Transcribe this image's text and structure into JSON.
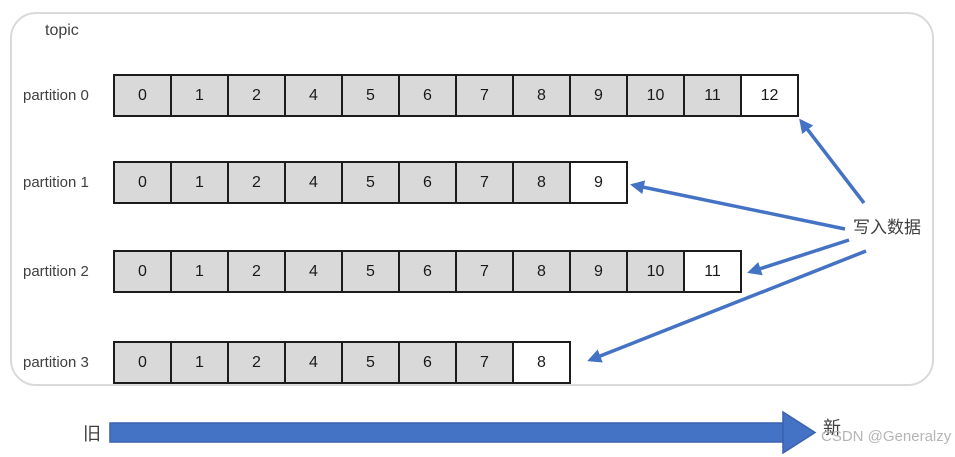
{
  "topic": {
    "title": "topic",
    "partitions": [
      {
        "label": "partition 0",
        "cells": [
          "0",
          "1",
          "2",
          "4",
          "5",
          "6",
          "7",
          "8",
          "9",
          "10",
          "11",
          "12"
        ]
      },
      {
        "label": "partition 1",
        "cells": [
          "0",
          "1",
          "2",
          "4",
          "5",
          "6",
          "7",
          "8",
          "9"
        ]
      },
      {
        "label": "partition 2",
        "cells": [
          "0",
          "1",
          "2",
          "4",
          "5",
          "6",
          "7",
          "8",
          "9",
          "10",
          "11"
        ]
      },
      {
        "label": "partition 3",
        "cells": [
          "0",
          "1",
          "2",
          "4",
          "5",
          "6",
          "7",
          "8"
        ]
      }
    ]
  },
  "annotation": {
    "write_label": "写入数据"
  },
  "timeline": {
    "old_label": "旧",
    "new_label": "新"
  },
  "watermark": "CSDN @Generalzy",
  "colors": {
    "arrow_blue": "#4472c4",
    "arrow_blue_dark": "#3a62ae",
    "cell_fill": "#d9d9d9",
    "cell_border": "#1c1c1c",
    "newest_fill": "#ffffff",
    "label_text": "#404040",
    "frame_border": "#d9d9d9",
    "watermark_gray": "#b5b5b5"
  }
}
